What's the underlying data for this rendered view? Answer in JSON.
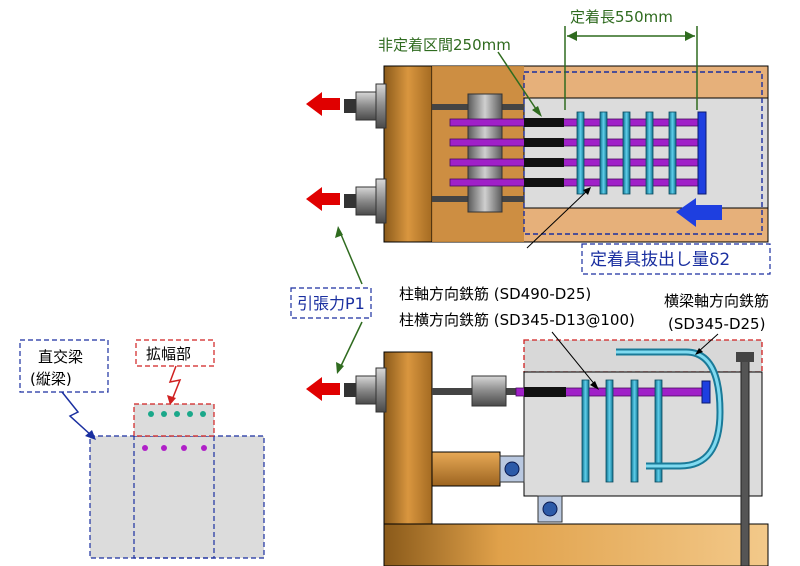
{
  "labels": {
    "unanchored": "非定着区間250mm",
    "anchorage_length": "定着長550mm",
    "pullout": "定着具抜出し量δ2",
    "tension": "引張力P1",
    "col_axial": "柱軸方向鉄筋 (SD490-D25)",
    "col_transverse": "柱横方向鉄筋 (SD345-D13@100)",
    "beam_axial_1": "横梁軸方向鉄筋",
    "beam_axial_2": "(SD345-D25)",
    "ortho_beam_1": "直交梁",
    "ortho_beam_2": "(縦梁)",
    "widened": "拡幅部"
  },
  "colors": {
    "wood": "#c8832e",
    "concrete": "#dcdcdc",
    "rebar": "#a020c8",
    "hoop": "#2aa8c8",
    "arrow": "#e00000",
    "dim_green": "#2f6b1f",
    "blue_arrow": "#1e3fe0",
    "dash_blue": "#1a2fa0",
    "dash_red": "#d02020"
  }
}
